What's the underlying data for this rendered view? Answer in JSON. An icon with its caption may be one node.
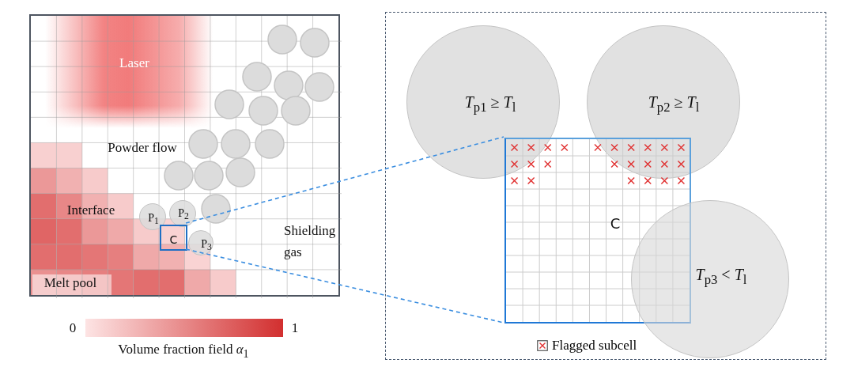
{
  "diagram": {
    "nodes": [
      {
        "text": [],
        "shape": "box"
      },
      {
        "text": [
          "P$_{1}$"
        ],
        "in": 0
      },
      {
        "text": [
          "P$_{2}$"
        ],
        "in": 0
      },
      {
        "text": [
          "C"
        ],
        "in": 0
      },
      {
        "text": [
          "P$_{3}$"
        ],
        "in": 0
      },
      {
        "text": [],
        "shape": "box"
      },
      {
        "text": [
          "*T*$_{p1}$ ≥ *T*$_{l}$"
        ],
        "in": 5
      },
      {
        "text": [
          "*T*$_{p2}$ ≥ *T*$_{l}$"
        ],
        "in": 5
      },
      {
        "text": [
          "C"
        ],
        "in": 5
      },
      {
        "text": [
          "*T*$_{p3}$ < *T*$_{l}$"
        ],
        "in": 5
      }
    ],
    "edges": [
      {
        "from": 3,
        "to": 8,
        "arrow": "none",
        "style": "dashed"
      },
      {
        "from": 3,
        "to": 8,
        "arrow": "none",
        "style": "dashed"
      }
    ],
    "labels": [
      "Laser",
      "Powder flow",
      "Interface",
      "Shielding gas",
      "Melt pool",
      "0",
      "1",
      "Volume fraction field *α*$_{1}$"
    ],
    "legend": [
      {
        "text": "Flagged subcell"
      }
    ]
  }
}
